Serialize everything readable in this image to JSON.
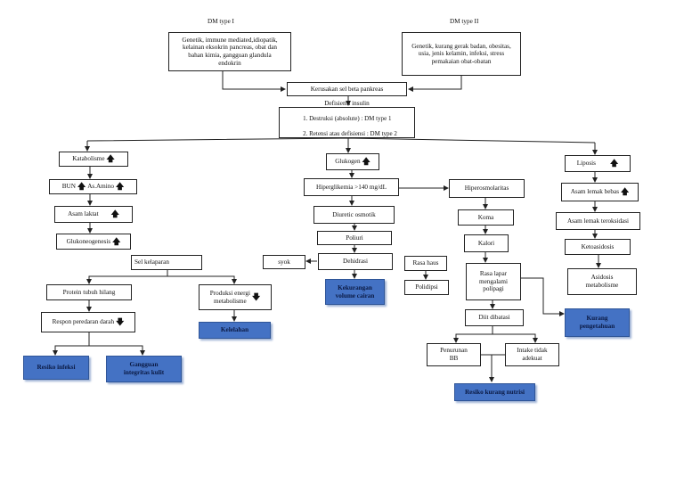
{
  "headers": {
    "dm1": "DM type I",
    "dm2": "DM type II"
  },
  "nodes": {
    "dm1_causes": "Genetik, immune mediated,idiopatik,\nkelainan eksokrin pancreas, obat dan\nbahan kimia, gangguan glandula\nendokrin",
    "dm2_causes": "Genetik, kurang gerak badan, obesitas,\nusia, jenis kelamin, infeksi, stress\npemakaian obat-obatan",
    "kerusakan": "Kerusakan sel beta pankreas",
    "defisiensi_title": "Defisiensi insulin",
    "defisiensi_items": [
      "Destruksi (absolute) : DM type 1",
      "Retensi atau defisiensi : DM type 2"
    ],
    "katabolisme": "Katabolisme",
    "bun": "BUN",
    "as_amino": "As.Amino",
    "asam_laktat": "Asam laktat",
    "glukoneogenesis": "Glukoneogenesis",
    "sel_kelaparan": "Sel kelaparan",
    "protein": "Protein tubuh hilang",
    "respon": "Respon peredaran darah",
    "produksi_energi": "Produksi energi\nmetabolisme",
    "resiko_infeksi": "Resiko infeksi",
    "gangguan_kulit": "Gangguan\nintegritas kulit",
    "kelelahan": "Kelelahan",
    "glukogen": "Glukogen",
    "hiperglikemia": "Hiperglikemia >140 mg/dL",
    "diuretic": "Diuretic osmotik",
    "poliuri": "Poliuri",
    "dehidrasi": "Dehidrasi",
    "syok": "syok",
    "kekurangan_cairan": "Kekurangan\nvolume cairan",
    "hiperosmolaritas": "Hiperosmolaritas",
    "koma": "Koma",
    "kalori": "Kalori",
    "rasa_haus": "Rasa haus",
    "polidipsi": "Polidipsi",
    "rasa_lapar": "Rasa lapar\nmengalami\npolipagi",
    "diit": "Diit dibatasi",
    "penurunan_bb": "Penurunan\nBB",
    "intake": "Intake tidak\nadekuat",
    "resiko_nutrisi": "Resiko kurang nutrisi",
    "kurang_pengetahuan": "Kurang\npengetahuan",
    "liposis": "Liposis",
    "asam_lemak_bebas": "Asam lemak bebas",
    "asam_lemak_teroksidasi": "Asam lemak teroksidasi",
    "ketoasidosis": "Ketoasidosis",
    "asidosis": "Asidosis\nmetabolisme"
  },
  "indicator_glyphs": {
    "up": "🡅",
    "down": "🡇"
  },
  "colors": {
    "problem_box": "#4472c4",
    "line": "#222222"
  }
}
